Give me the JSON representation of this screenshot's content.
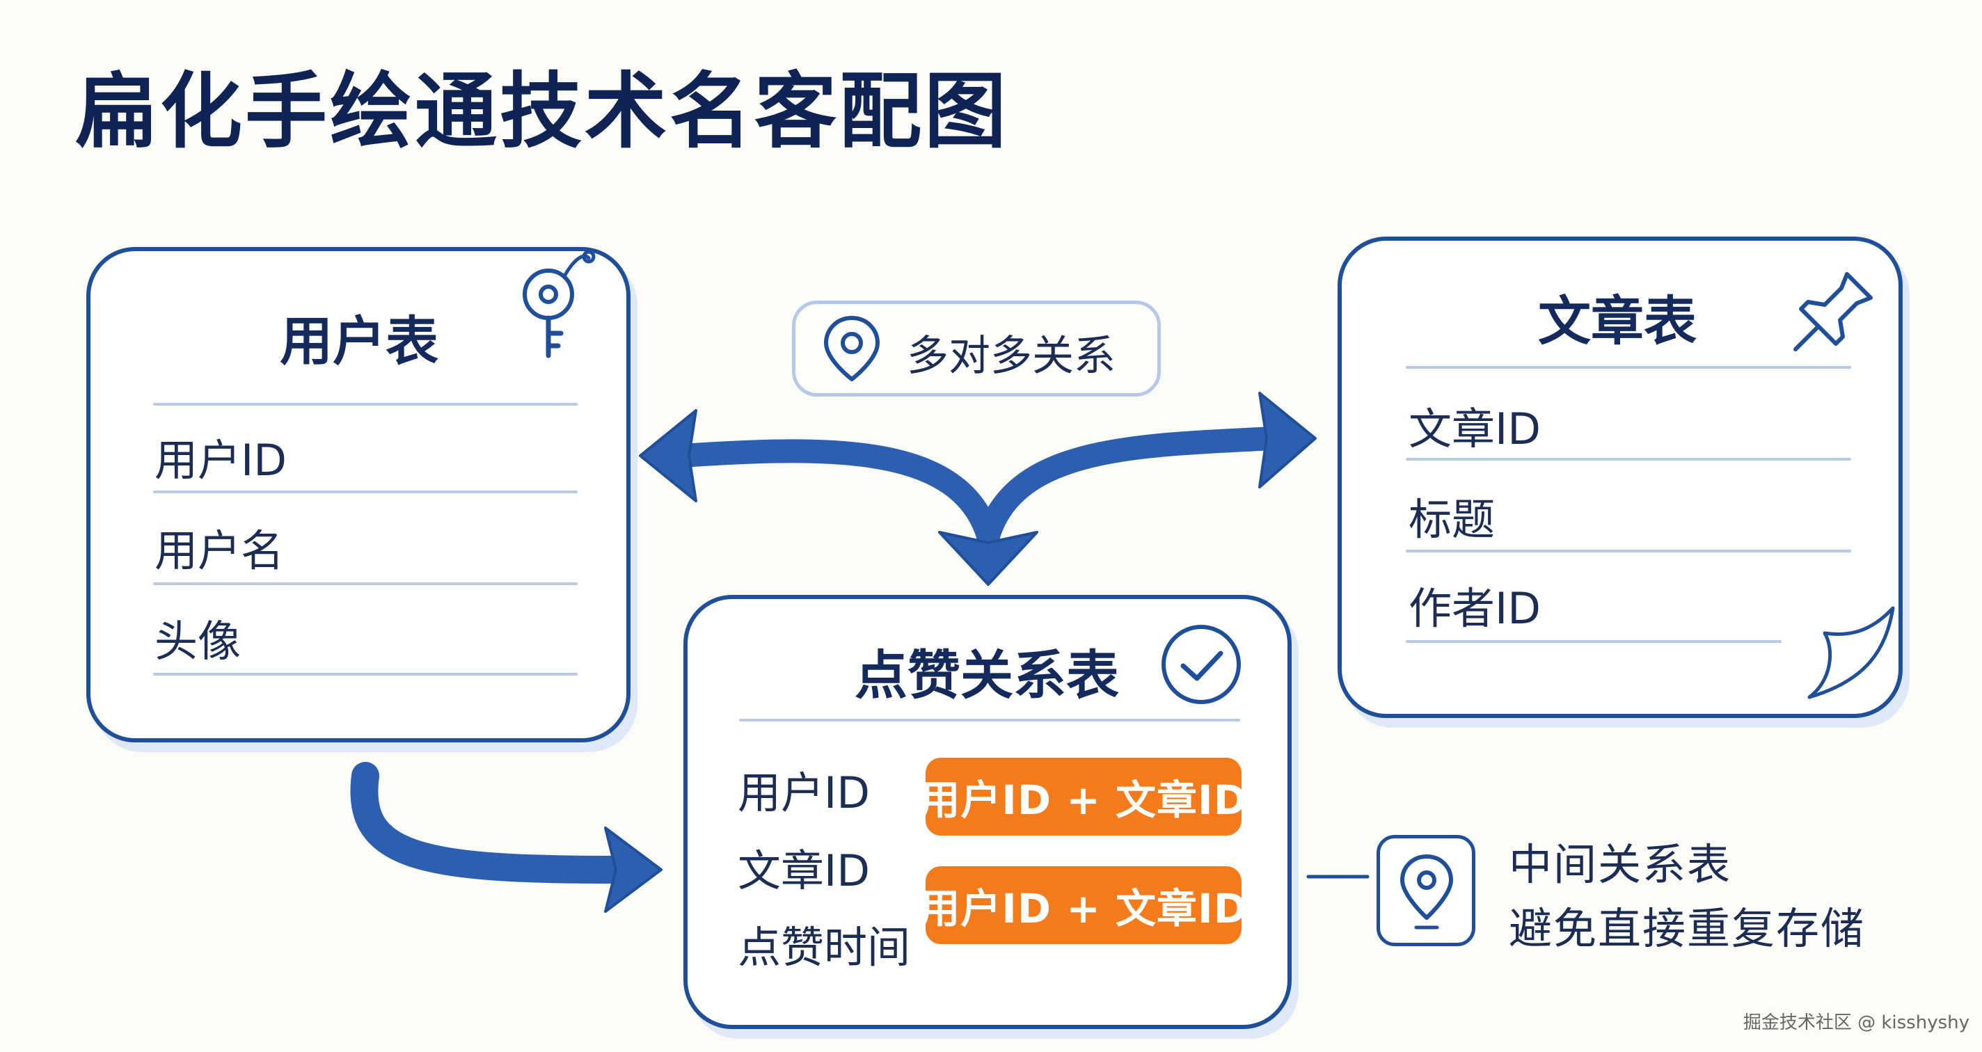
{
  "title": "扁化手绘通技术名客配图",
  "relation_badge": {
    "label": "多对多关系",
    "icon": "map-pin-icon"
  },
  "users_table": {
    "title": "用户表",
    "icon": "key-icon",
    "fields": [
      "用户ID",
      "用户名",
      "头像"
    ]
  },
  "articles_table": {
    "title": "文章表",
    "icon": "pushpin-icon",
    "fields": [
      "文章ID",
      "标题",
      "作者ID"
    ]
  },
  "likes_table": {
    "title": "点赞关系表",
    "icon": "check-circle-icon",
    "fields": [
      "用户ID",
      "文章ID",
      "点赞时间"
    ],
    "tags": [
      "用户ID + 文章ID",
      "用户ID + 文章ID"
    ]
  },
  "note": {
    "icon": "map-pin-icon",
    "line1": "中间关系表",
    "line2": "避免直接重复存储"
  },
  "watermark": "掘金技术社区 @ kisshyshy",
  "colors": {
    "primary": "#1f4f9a",
    "arrow": "#2d5fb0",
    "accent": "#f47b1c",
    "text": "#14295c"
  }
}
